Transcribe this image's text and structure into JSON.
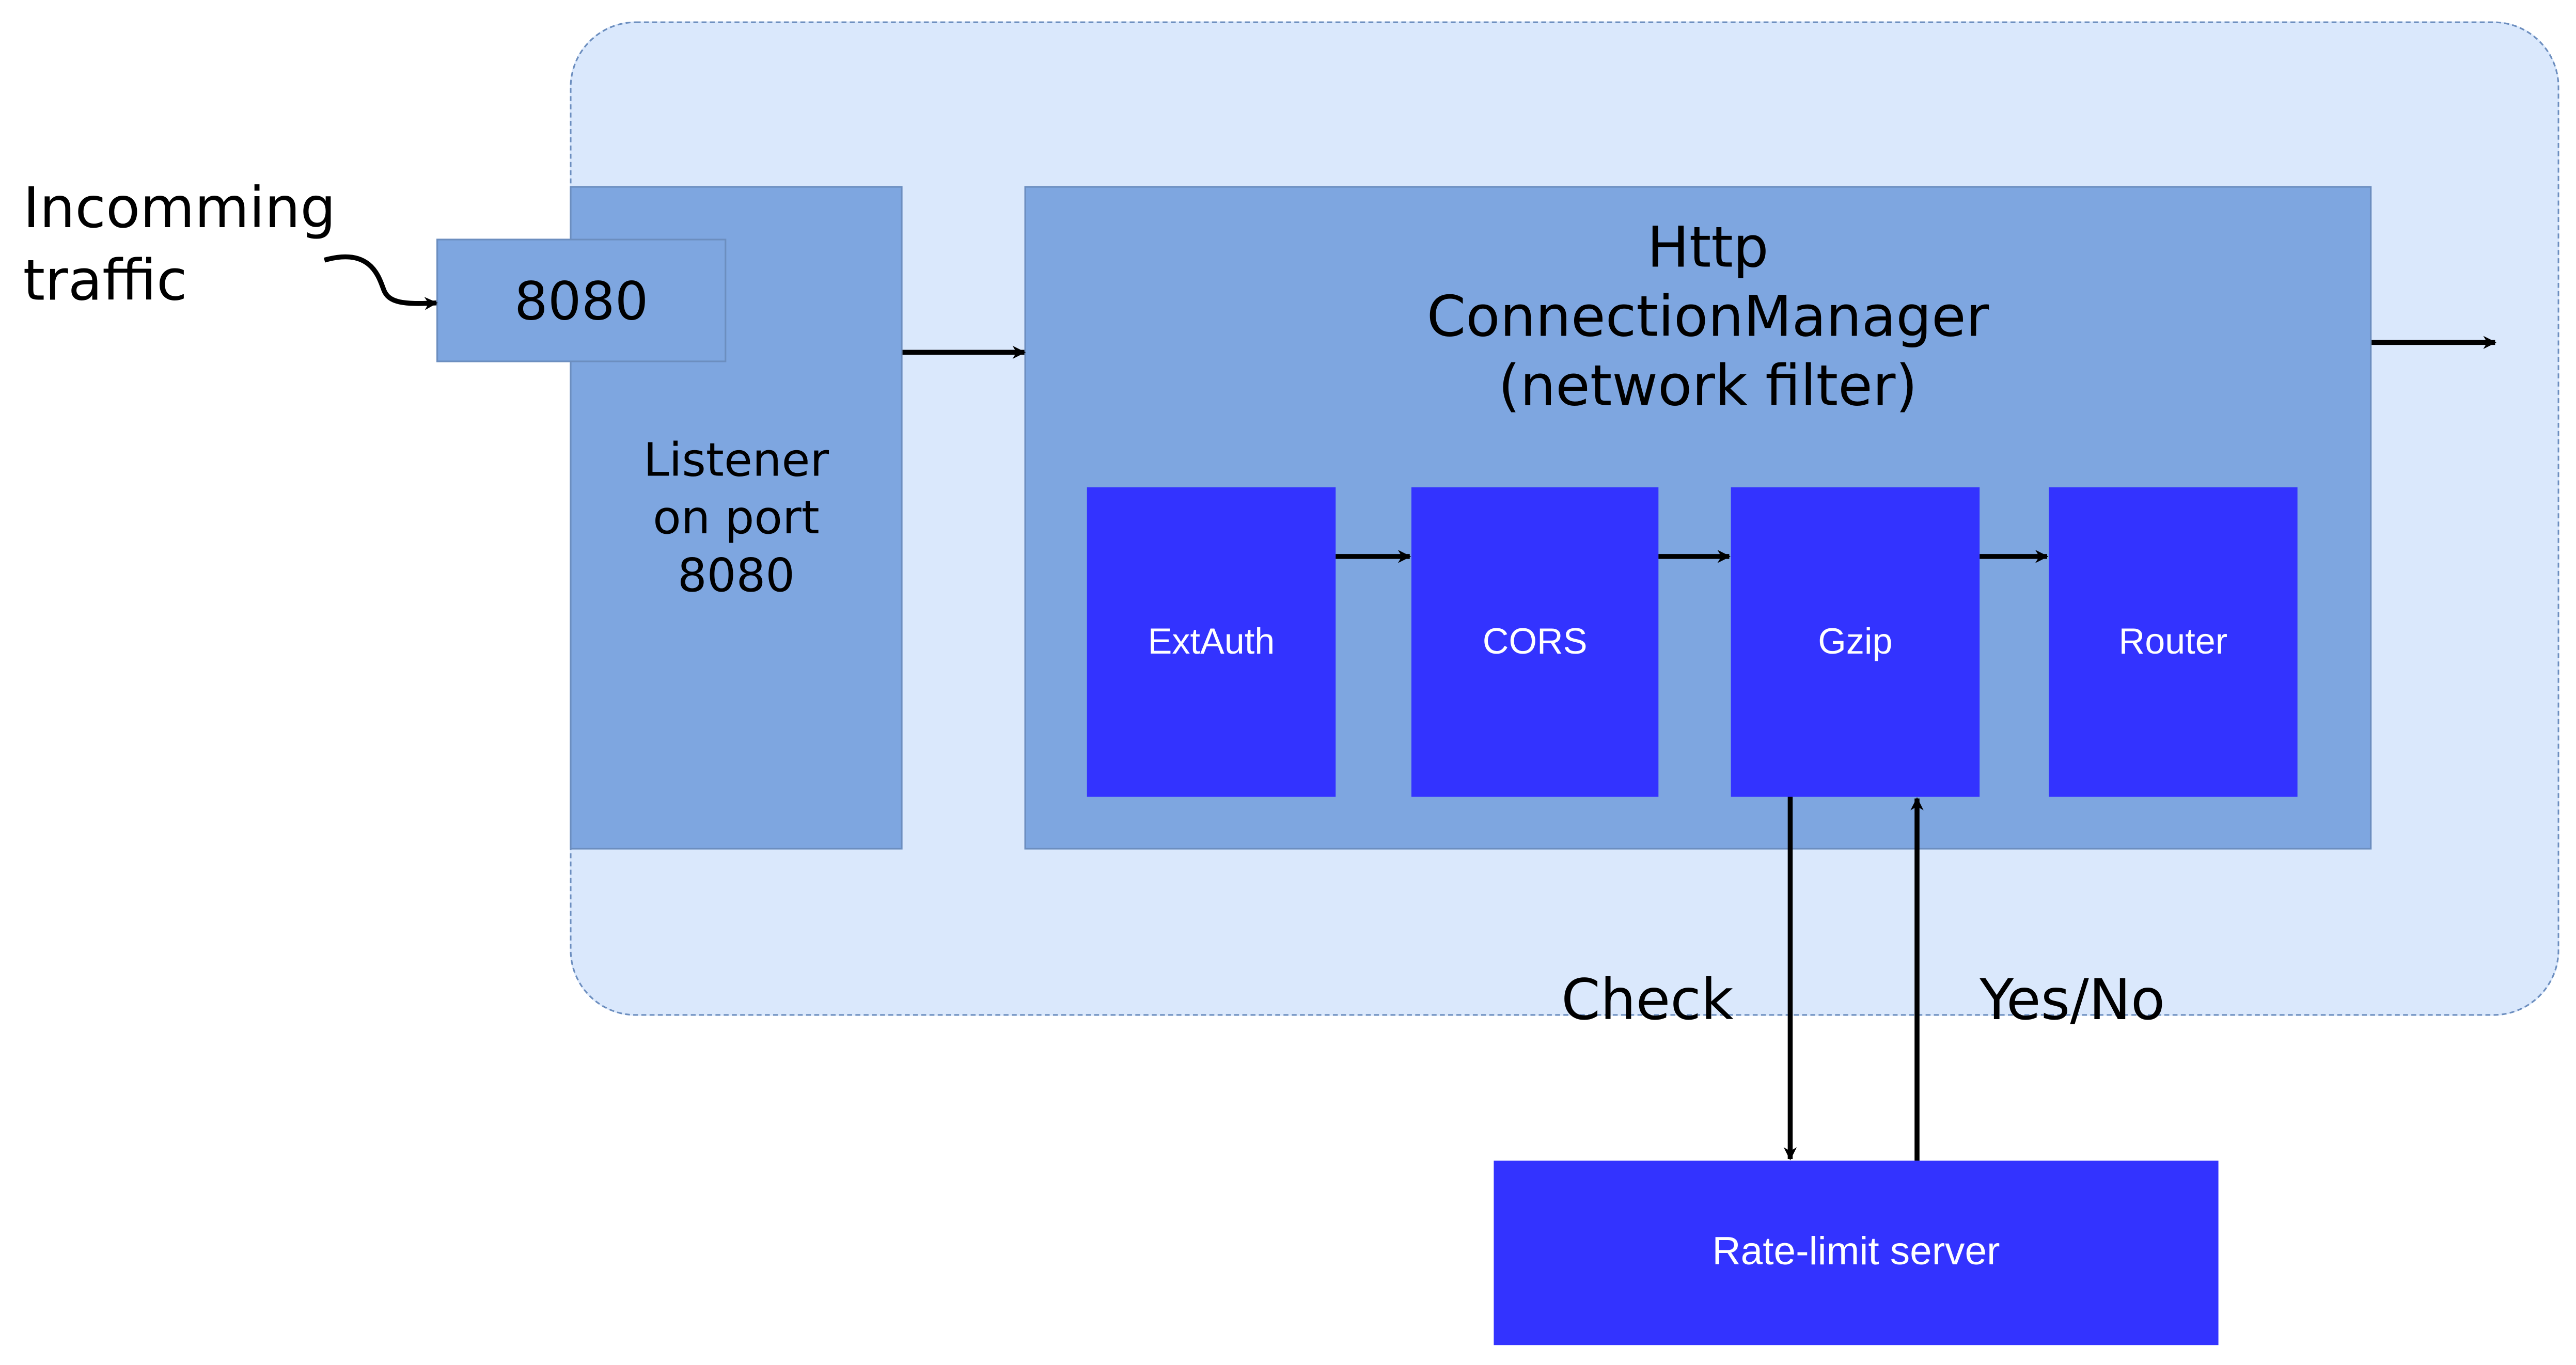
{
  "incoming_label": "Incomming\ntraffic",
  "port_box": "8080",
  "listener_label": "Listener\non port\n8080",
  "hcm_label": "Http\nConnectionManager\n(network filter)",
  "filters": [
    "ExtAuth",
    "CORS",
    "Gzip",
    "Router"
  ],
  "rate_limit_server": "Rate-limit server",
  "check_label": "Check",
  "response_label": "Yes/No",
  "colors": {
    "container_fill": "#dae8fc",
    "box_fill": "#7ea6e0",
    "filter_fill": "#3333ff",
    "border": "#6c8ebf"
  }
}
